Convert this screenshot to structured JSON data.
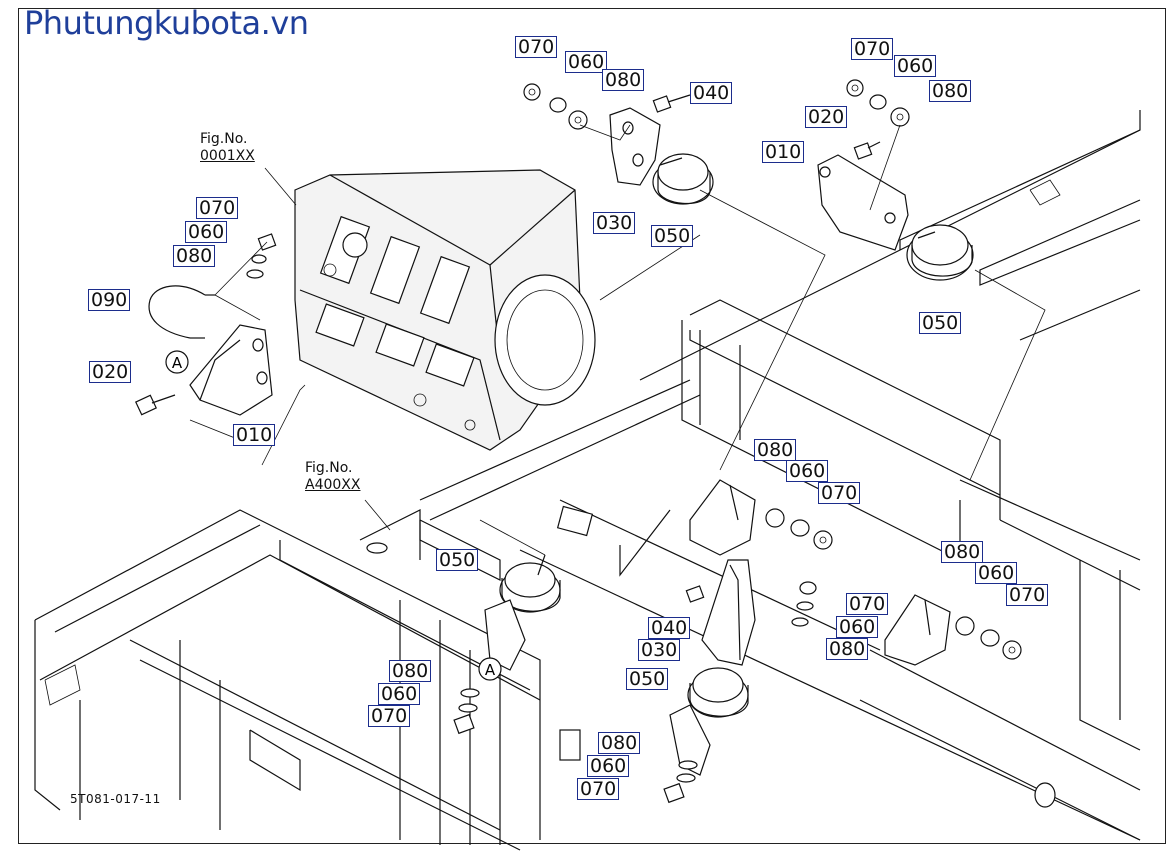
{
  "brand": "Phutungkubota.vn",
  "drawing_code": "5T081-017-11",
  "figure_refs": [
    {
      "label": "Fig.No.",
      "number": "0001XX"
    },
    {
      "label": "Fig.No.",
      "number": "A400XX"
    }
  ],
  "circle_marks": [
    "A",
    "A"
  ],
  "part_labels": [
    "070",
    "060",
    "080",
    "040",
    "030",
    "050",
    "070",
    "060",
    "080",
    "020",
    "010",
    "050",
    "070",
    "060",
    "080",
    "090",
    "020",
    "010",
    "080",
    "060",
    "070",
    "080",
    "060",
    "070",
    "050",
    "040",
    "030",
    "070",
    "060",
    "080",
    "050",
    "080",
    "060",
    "070",
    "080",
    "060",
    "070"
  ]
}
